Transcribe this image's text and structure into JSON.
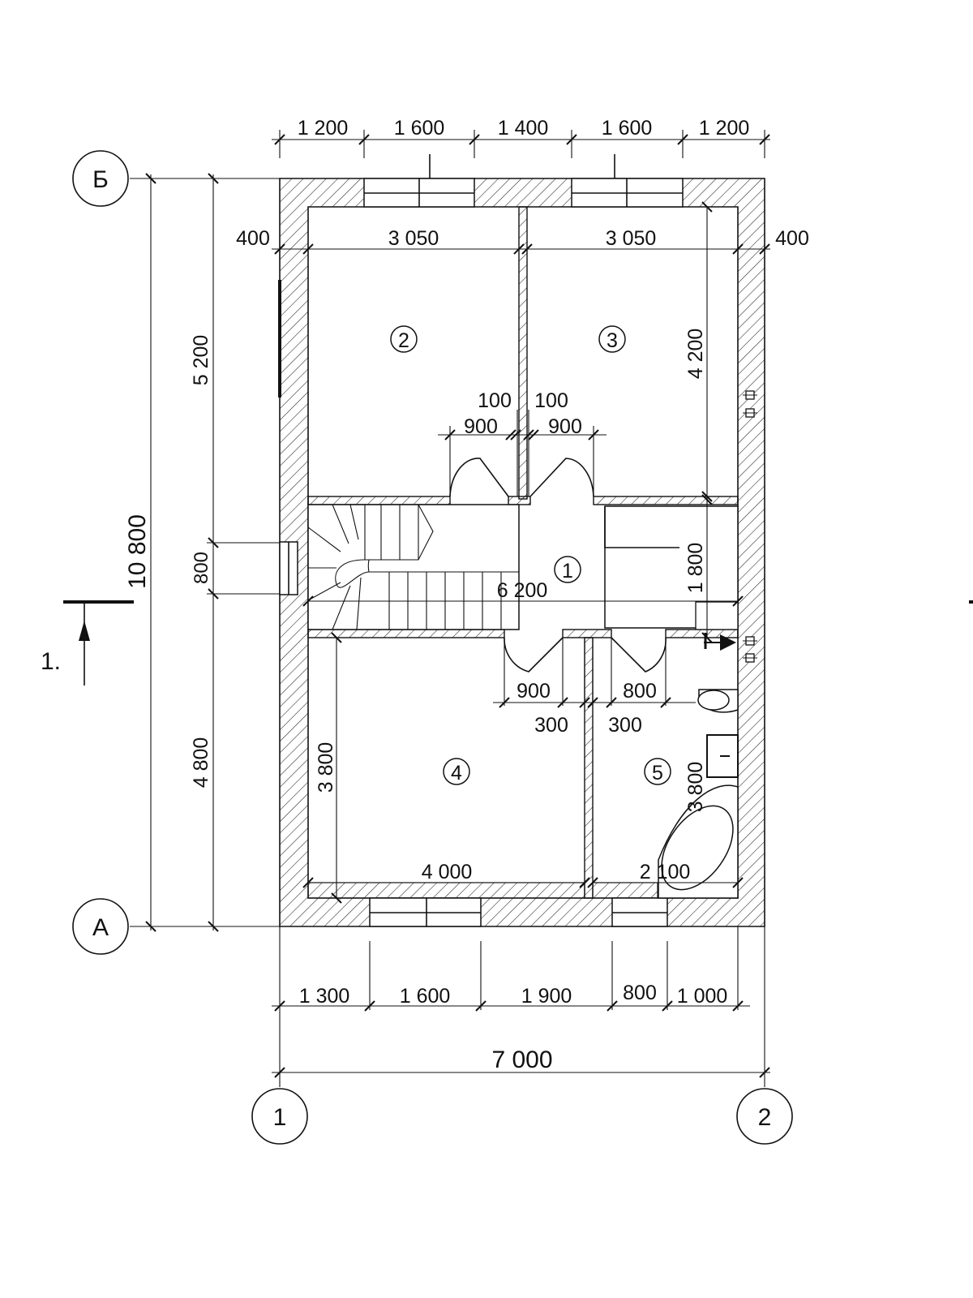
{
  "axes": {
    "rows": [
      "Б",
      "А"
    ],
    "cols": [
      "1",
      "2"
    ]
  },
  "section_mark": "1.",
  "rooms": [
    "1",
    "2",
    "3",
    "4",
    "5"
  ],
  "dims": {
    "top": [
      "1 200",
      "1 600",
      "1 400",
      "1 600",
      "1 200"
    ],
    "bottom": [
      "1 300",
      "1 600",
      "1 900",
      "800",
      "1 000"
    ],
    "overall_width": "7 000",
    "overall_height": "10 800",
    "left_chain": [
      "5 200",
      "800",
      "4 800"
    ],
    "wall_left": "400",
    "wall_right": "400",
    "room2_width": "3 050",
    "room3_width": "3 050",
    "room3_height": "4 200",
    "partition_left": "100",
    "partition_right": "100",
    "door2": "900",
    "door3": "900",
    "hall_length": "6 200",
    "hall_depth": "1 800",
    "door4": "900",
    "door5": "800",
    "jamb4": "300",
    "jamb5": "300",
    "room4_height": "3 800",
    "room4_width": "4 000",
    "room5_height": "3 800",
    "room5_width": "2 100"
  }
}
